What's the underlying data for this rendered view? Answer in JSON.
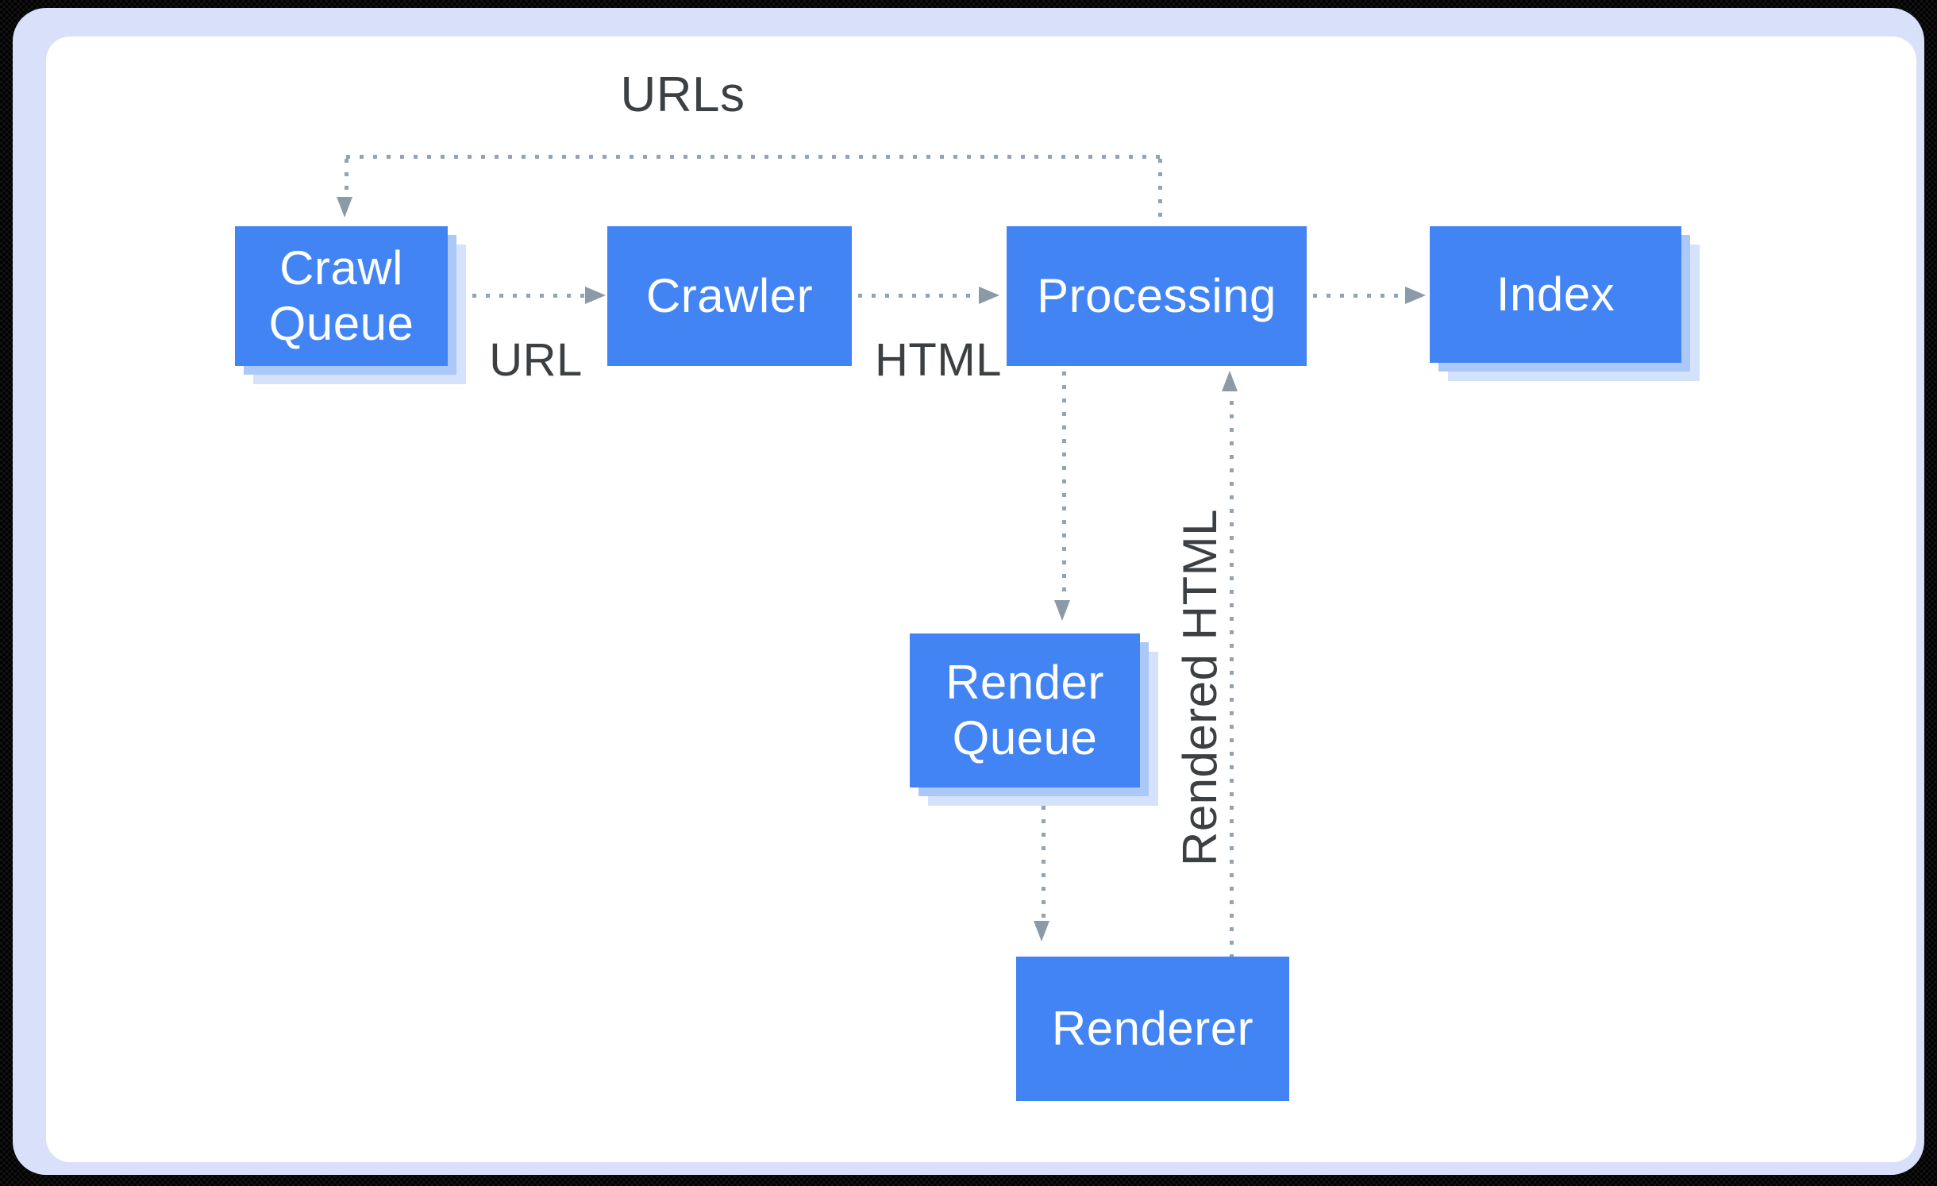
{
  "diagram": {
    "title_context": "Crawl and render pipeline flowchart",
    "nodes": {
      "crawl_queue": {
        "label": "Crawl Queue"
      },
      "crawler": {
        "label": "Crawler"
      },
      "processing": {
        "label": "Processing"
      },
      "index": {
        "label": "Index"
      },
      "render_queue": {
        "label": "Render Queue"
      },
      "renderer": {
        "label": "Renderer"
      }
    },
    "edge_labels": {
      "urls": "URLs",
      "url": "URL",
      "html": "HTML",
      "rendered_html": "Rendered HTML"
    },
    "edges": [
      {
        "from": "crawl_queue",
        "to": "crawler",
        "label": "URL",
        "style": "dotted-arrow"
      },
      {
        "from": "crawler",
        "to": "processing",
        "label": "HTML",
        "style": "dotted-arrow"
      },
      {
        "from": "processing",
        "to": "index",
        "label": "",
        "style": "dotted-arrow"
      },
      {
        "from": "processing",
        "to": "crawl_queue",
        "label": "URLs",
        "style": "dotted-arrow"
      },
      {
        "from": "processing",
        "to": "render_queue",
        "label": "",
        "style": "dotted-arrow"
      },
      {
        "from": "render_queue",
        "to": "renderer",
        "label": "",
        "style": "dotted-arrow"
      },
      {
        "from": "renderer",
        "to": "processing",
        "label": "Rendered HTML",
        "style": "dotted-arrow"
      }
    ],
    "colors": {
      "node_fill": "#4284f4",
      "node_text": "#ffffff",
      "shadow_inner": "#abc8f7",
      "shadow_outer": "#d5e2fb",
      "connector_dot": "#93a4b0",
      "arrowhead": "#8b9aa7",
      "label_text": "#3c4043",
      "frame": "#d8e0fa",
      "card": "#ffffff"
    }
  }
}
